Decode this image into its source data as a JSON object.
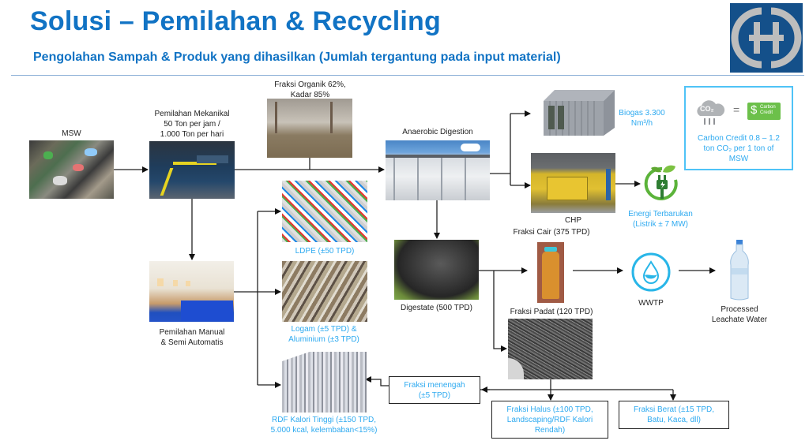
{
  "header": {
    "title": "Solusi – Pemilahan & Recycling",
    "subtitle": "Pengolahan Sampah & Produk yang dihasilkan (Jumlah tergantung pada input material)",
    "logo_icon": "company-logo-icon"
  },
  "nodes": {
    "msw": {
      "label": "MSW",
      "image": "mixed-waste-pile"
    },
    "mechanical": {
      "line1": "Pemilahan Mekanikal",
      "line2": "50 Ton per jam /",
      "line3": "1.000 Ton per hari",
      "image": "mechanical-sorting-plant"
    },
    "organic": {
      "line1": "Fraksi Organik 62%,",
      "line2": "Kadar 85%",
      "image": "organic-fraction-bin"
    },
    "manual": {
      "line1": "Pemilahan Manual",
      "line2": "& Semi Automatis",
      "image": "manual-sorting-line"
    },
    "ldpe": {
      "label": "LDPE (±50 TPD)",
      "image": "ldpe-bales"
    },
    "metal": {
      "line1": "Logam (±5 TPD) &",
      "line2": "Aluminium (±3 TPD)",
      "image": "metal-scrap"
    },
    "rdf": {
      "line1": "RDF Kalori Tinggi (±150 TPD,",
      "line2": "5.000 kcal, kelembaban<15%)",
      "image": "rdf-bales"
    },
    "anaerobic": {
      "label": "Anaerobic Digestion",
      "image": "anaerobic-digestion-plant"
    },
    "biogas": {
      "line1": "Biogas 3.300",
      "line2": "Nm³/h",
      "image": "biogas-container"
    },
    "chp": {
      "label": "CHP",
      "image": "chp-engine"
    },
    "energy": {
      "line1": "Energi Terbarukan",
      "line2": "(Listrik ± 7 MW)",
      "icon": "renewable-energy-plug-icon"
    },
    "carbon": {
      "co2": "CO₂",
      "equals": "=",
      "credit_top": "Carbon",
      "credit_bottom": "Credit",
      "line1": "Carbon Credit 0.8 – 1.2",
      "line2": "ton CO₂ per 1 ton of",
      "line3": "MSW"
    },
    "digestate": {
      "label": "Digestate (500 TPD)",
      "image": "digestate-sludge"
    },
    "liquid": {
      "label": "Fraksi Cair (375 TPD)",
      "image": "liquid-fraction-bottle"
    },
    "solid": {
      "label": "Fraksi Padat (120 TPD)",
      "image": "solid-fraction"
    },
    "wwtp": {
      "label": "WWTP",
      "icon": "water-cycle-icon"
    },
    "leachate": {
      "line1": "Processed",
      "line2": "Leachate Water",
      "image": "water-bottle"
    },
    "medium": {
      "line1": "Fraksi menengah",
      "line2": "(±5 TPD)"
    },
    "fine": {
      "line1": "Fraksi Halus (±100 TPD,",
      "line2": "Landscaping/RDF Kalori",
      "line3": "Rendah)"
    },
    "heavy": {
      "line1": "Fraksi Berat (±15 TPD,",
      "line2": "Batu, Kaca, dll)"
    }
  },
  "colors": {
    "title": "#1173c4",
    "accent_text": "#2eaaf0",
    "logo_bg": "#14508a",
    "carbon_border": "#4fc3f7"
  }
}
